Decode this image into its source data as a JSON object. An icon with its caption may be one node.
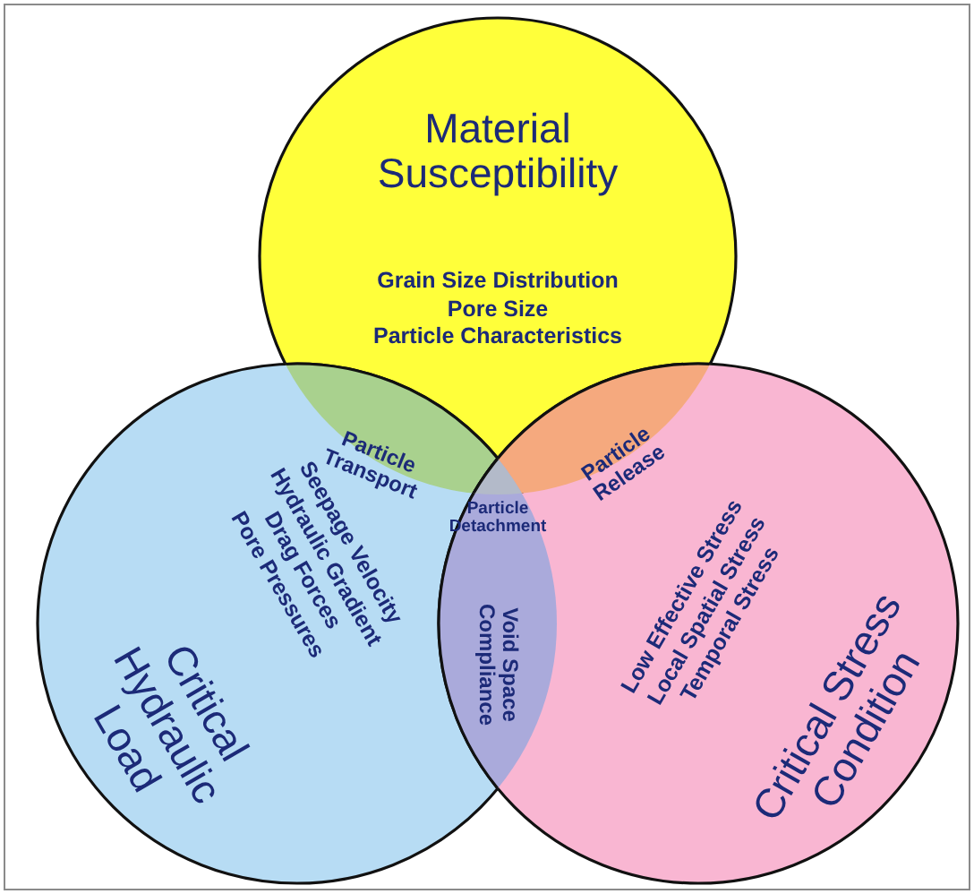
{
  "diagram": {
    "nodes": [
      {
        "text": [
          "Material Susceptibility",
          "Grain Size Distribution",
          "Pore Size",
          "Particle Characteristics"
        ]
      },
      {
        "text": [
          "Particle Transport"
        ]
      },
      {
        "text": [
          "Particle Release"
        ]
      },
      {
        "text": [
          "Particle Detachment"
        ]
      },
      {
        "text": [
          "Critical Hydraulic Load",
          "Seepage Velocity",
          "Hydraulic Gradient",
          "Drag Forces",
          "Pore Pressures"
        ]
      },
      {
        "text": [
          "Void Space Compliance"
        ]
      },
      {
        "text": [
          "Critical Stress Condition",
          "Low Effective Stress",
          "Local Spatial Stress",
          "Temporal Stress"
        ]
      }
    ]
  }
}
